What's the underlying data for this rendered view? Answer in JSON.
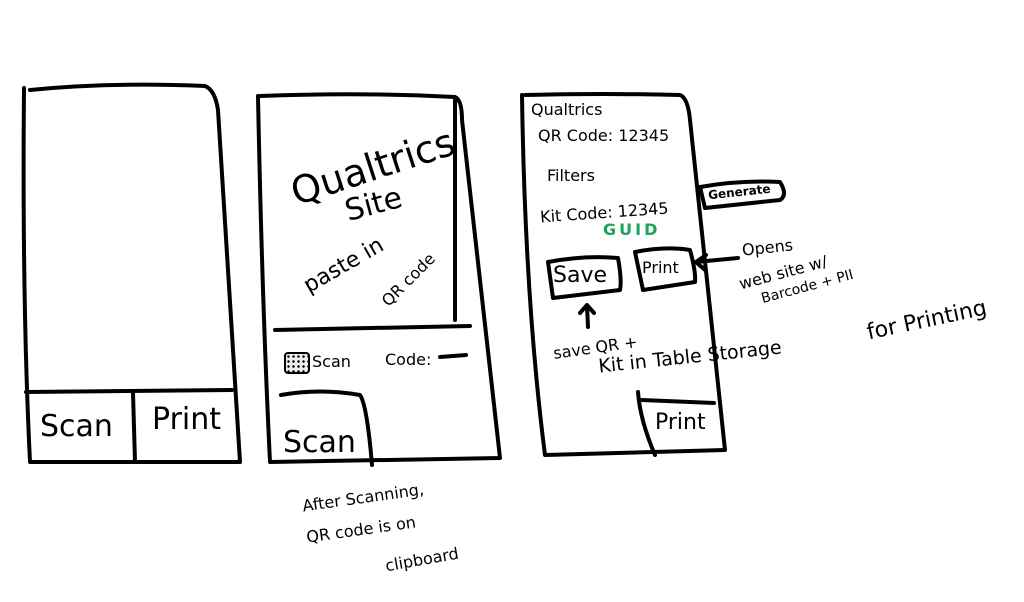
{
  "screen1": {
    "scan_tab": "Scan",
    "print_tab": "Print"
  },
  "screen2": {
    "site_title_line1": "Qualtrics",
    "site_title_line2": "Site",
    "paste_line1": "paste in",
    "paste_line2": "QR code",
    "scan_label": "Scan",
    "code_label": "Code:",
    "scan_tab": "Scan",
    "annotation": [
      "After Scanning,",
      "QR code is on",
      "clipboard"
    ]
  },
  "screen3": {
    "qualtrics_label": "Qualtrics",
    "qr_code_line": "QR Code: 12345",
    "filters_label": "Filters",
    "kit_code_line": "Kit Code: 12345",
    "guid_label": "GUID",
    "generate_button": "Generate",
    "save_button": "Save",
    "print_button": "Print",
    "print_tab": "Print",
    "print_annotation": [
      "Opens",
      "web site w/",
      "Barcode + PII"
    ],
    "printing_annotation": "for Printing",
    "save_annotation": [
      "save QR +",
      "Kit in Table Storage"
    ]
  },
  "colors": {
    "ink": "#000000",
    "guid": "#1aa55a"
  }
}
